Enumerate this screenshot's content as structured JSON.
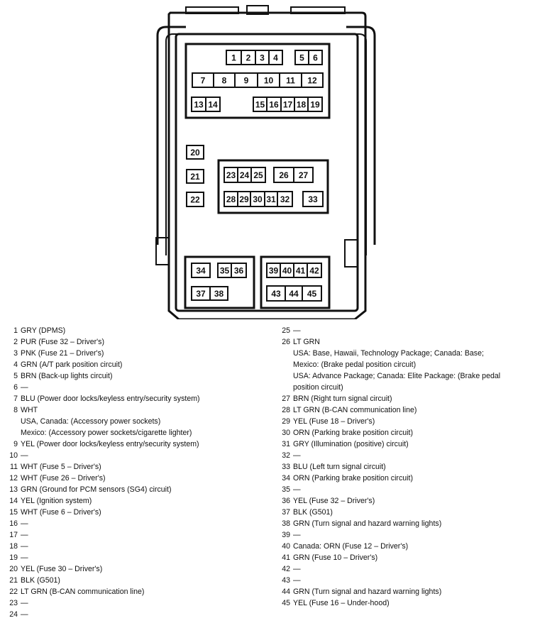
{
  "connector": {
    "pins": [
      {
        "label": "1"
      },
      {
        "label": "2"
      },
      {
        "label": "3"
      },
      {
        "label": "4"
      },
      {
        "label": "5"
      },
      {
        "label": "6"
      },
      {
        "label": "7"
      },
      {
        "label": "8"
      },
      {
        "label": "9"
      },
      {
        "label": "10"
      },
      {
        "label": "11"
      },
      {
        "label": "12"
      },
      {
        "label": "13"
      },
      {
        "label": "14"
      },
      {
        "label": "15"
      },
      {
        "label": "16"
      },
      {
        "label": "17"
      },
      {
        "label": "18"
      },
      {
        "label": "19"
      },
      {
        "label": "20"
      },
      {
        "label": "21"
      },
      {
        "label": "22"
      },
      {
        "label": "23"
      },
      {
        "label": "24"
      },
      {
        "label": "25"
      },
      {
        "label": "26"
      },
      {
        "label": "27"
      },
      {
        "label": "28"
      },
      {
        "label": "29"
      },
      {
        "label": "30"
      },
      {
        "label": "31"
      },
      {
        "label": "32"
      },
      {
        "label": "33"
      },
      {
        "label": "34"
      },
      {
        "label": "35"
      },
      {
        "label": "36"
      },
      {
        "label": "37"
      },
      {
        "label": "38"
      },
      {
        "label": "39"
      },
      {
        "label": "40"
      },
      {
        "label": "41"
      },
      {
        "label": "42"
      },
      {
        "label": "43"
      },
      {
        "label": "44"
      },
      {
        "label": "45"
      }
    ]
  },
  "legend": {
    "left": [
      {
        "num": "1",
        "text": "GRY (DPMS)"
      },
      {
        "num": "2",
        "text": "PUR (Fuse 32 – Driver's)"
      },
      {
        "num": "3",
        "text": "PNK (Fuse 21 – Driver's)"
      },
      {
        "num": "4",
        "text": "GRN (A/T park position circuit)"
      },
      {
        "num": "5",
        "text": "BRN (Back-up lights circuit)"
      },
      {
        "num": "6",
        "text": "—"
      },
      {
        "num": "7",
        "text": "BLU (Power door locks/keyless entry/security system)"
      },
      {
        "num": "8",
        "text": "WHT",
        "details": [
          "USA, Canada: (Accessory power sockets)",
          "Mexico: (Accessory power sockets/cigarette lighter)"
        ]
      },
      {
        "num": "9",
        "text": "YEL (Power door locks/keyless entry/security system)"
      },
      {
        "num": "10",
        "text": "—"
      },
      {
        "num": "11",
        "text": "WHT (Fuse 5 – Driver's)"
      },
      {
        "num": "12",
        "text": "WHT (Fuse 26 – Driver's)"
      },
      {
        "num": "13",
        "text": "GRN (Ground for PCM sensors (SG4) circuit)"
      },
      {
        "num": "14",
        "text": "YEL (Ignition system)"
      },
      {
        "num": "15",
        "text": "WHT (Fuse 6 – Driver's)"
      },
      {
        "num": "16",
        "text": "—"
      },
      {
        "num": "17",
        "text": "—"
      },
      {
        "num": "18",
        "text": "—"
      },
      {
        "num": "19",
        "text": "—"
      },
      {
        "num": "20",
        "text": "YEL (Fuse 30 – Driver's)"
      },
      {
        "num": "21",
        "text": "BLK (G501)"
      },
      {
        "num": "22",
        "text": "LT GRN (B-CAN communication line)"
      },
      {
        "num": "23",
        "text": "—"
      },
      {
        "num": "24",
        "text": "—"
      }
    ],
    "right": [
      {
        "num": "25",
        "text": "—"
      },
      {
        "num": "26",
        "text": "LT GRN",
        "details": [
          "USA: Base, Hawaii, Technology Package; Canada: Base;",
          "Mexico: (Brake pedal position circuit)",
          "USA: Advance Package; Canada: Elite Package: (Brake pedal",
          "position circuit)"
        ]
      },
      {
        "num": "27",
        "text": "BRN (Right turn signal circuit)"
      },
      {
        "num": "28",
        "text": "LT GRN (B-CAN communication line)"
      },
      {
        "num": "29",
        "text": "YEL (Fuse 18 – Driver's)"
      },
      {
        "num": "30",
        "text": "ORN (Parking brake position circuit)"
      },
      {
        "num": "31",
        "text": "GRY (Illumination (positive) circuit)"
      },
      {
        "num": "32",
        "text": "—"
      },
      {
        "num": "33",
        "text": "BLU (Left turn signal circuit)"
      },
      {
        "num": "34",
        "text": "ORN (Parking brake position circuit)"
      },
      {
        "num": "35",
        "text": "—"
      },
      {
        "num": "36",
        "text": "YEL (Fuse 32 – Driver's)"
      },
      {
        "num": "37",
        "text": "BLK (G501)"
      },
      {
        "num": "38",
        "text": "GRN (Turn signal and hazard warning lights)"
      },
      {
        "num": "39",
        "text": "—"
      },
      {
        "num": "40",
        "text": "Canada: ORN (Fuse 12 – Driver's)"
      },
      {
        "num": "41",
        "text": "GRN (Fuse 10 – Driver's)"
      },
      {
        "num": "42",
        "text": "—"
      },
      {
        "num": "43",
        "text": "—"
      },
      {
        "num": "44",
        "text": "GRN (Turn signal and hazard warning lights)"
      },
      {
        "num": "45",
        "text": "YEL (Fuse 16 – Under-hood)"
      }
    ]
  }
}
